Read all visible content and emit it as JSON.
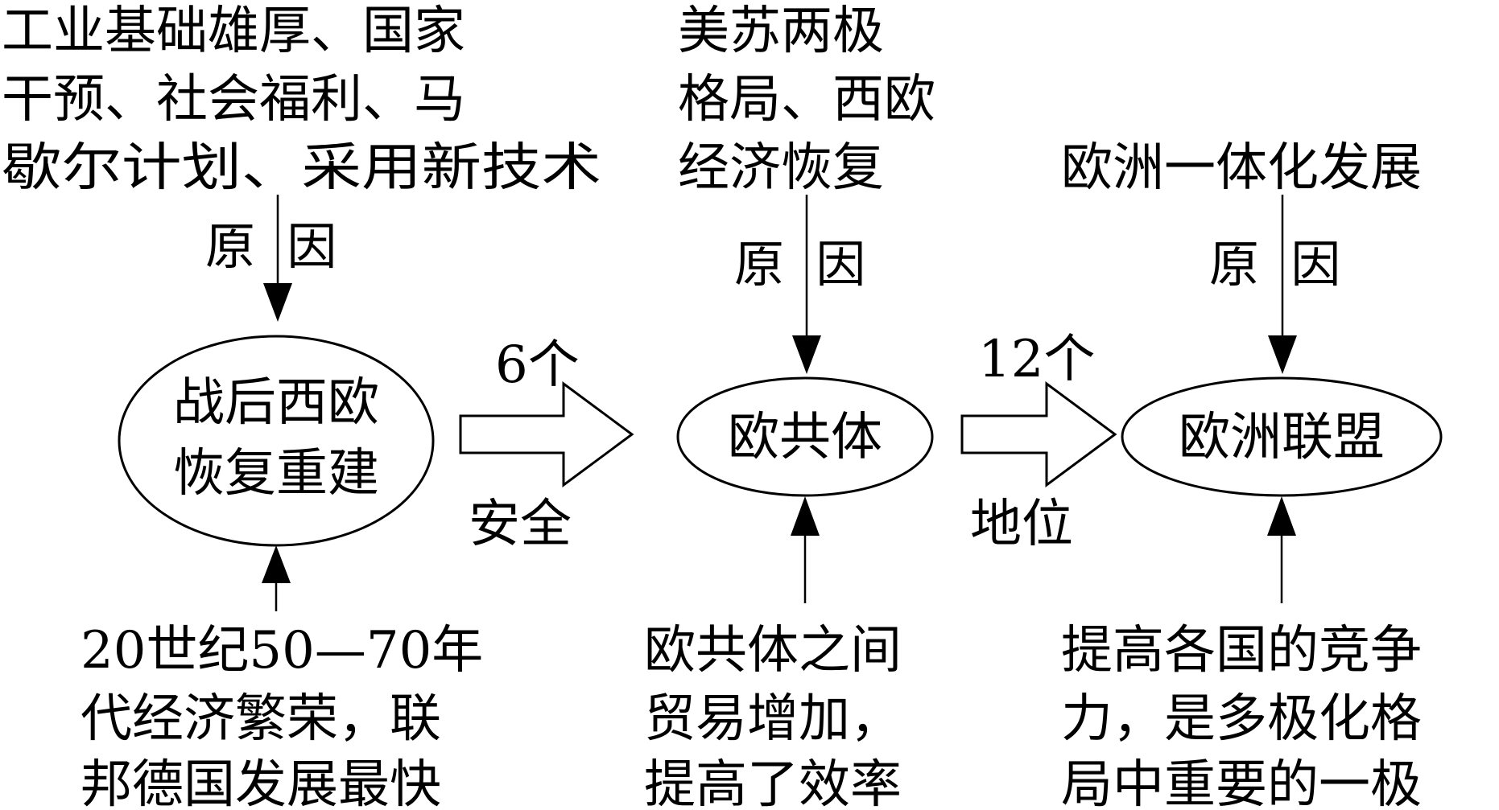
{
  "stages": [
    {
      "label_lines": [
        "战后西欧",
        "恢复重建"
      ],
      "cause_top_lines": [
        "工业基础雄厚、国家",
        "干预、社会福利、马",
        "歇尔计划、采用新技术"
      ],
      "cause_label": "原  因",
      "bottom_lines": [
        "20世纪50—70年",
        "代经济繁荣，联",
        "邦德国发展最快"
      ]
    },
    {
      "label_lines": [
        "欧共体"
      ],
      "cause_top_lines": [
        "美苏两极",
        "格局、西欧",
        "经济恢复"
      ],
      "cause_label": "原  因",
      "bottom_lines": [
        "欧共体之间",
        "贸易增加，",
        "提高了效率"
      ]
    },
    {
      "label_lines": [
        "欧洲联盟"
      ],
      "cause_top_lines": [
        "欧洲一体化发展"
      ],
      "cause_label": "原  因",
      "bottom_lines": [
        "提高各国的竞争",
        "力，是多极化格",
        "局中重要的一极"
      ]
    }
  ],
  "transitions": [
    {
      "top_label": "6个",
      "bottom_label": "安全"
    },
    {
      "top_label": "12个",
      "bottom_label": "地位"
    }
  ]
}
